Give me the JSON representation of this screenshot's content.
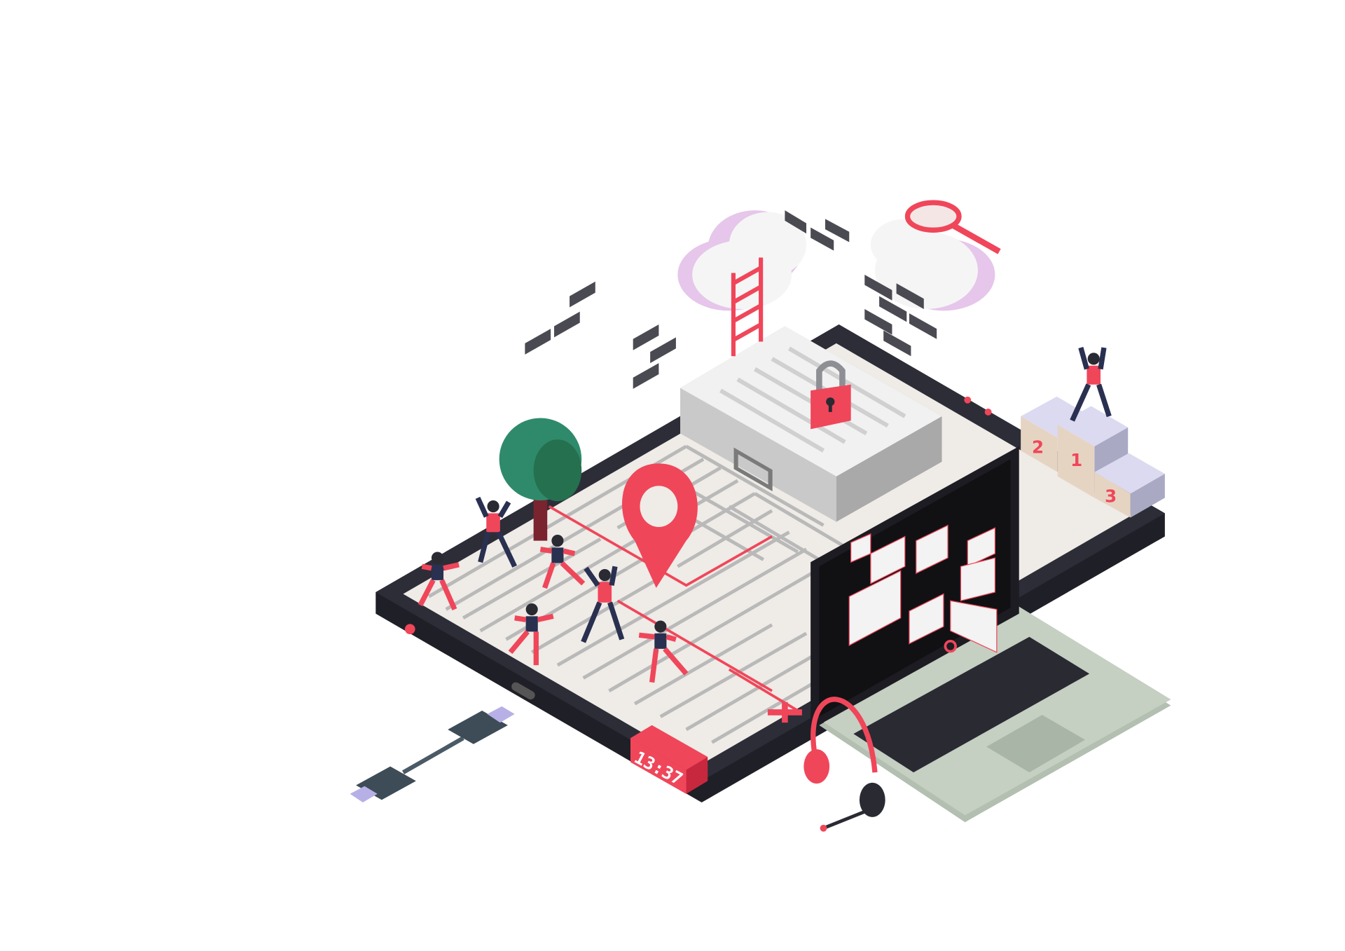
{
  "illustration": {
    "clock": {
      "time": "13:37"
    },
    "podium": {
      "first": "1",
      "second": "2",
      "third": "3"
    }
  },
  "colors": {
    "accent": "#f0465a",
    "device_dark": "#2a2a33",
    "screen": "#efebe6",
    "maze_line": "#b9b9b9",
    "laptop_base": "#c5cfc2",
    "tree": "#2f8a6b",
    "cloud_shadow": "#e6c6ea"
  },
  "icons": [
    "tablet",
    "maze",
    "location-pin",
    "briefcase",
    "padlock",
    "cloud",
    "ladder",
    "magnifier",
    "bricks",
    "tree",
    "people",
    "podium",
    "laptop",
    "video-call-grid",
    "headset",
    "usb-cable",
    "digital-clock"
  ]
}
